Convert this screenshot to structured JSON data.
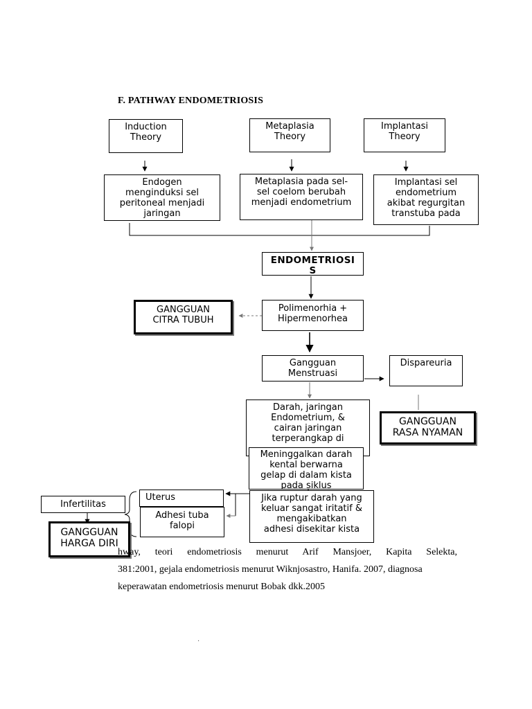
{
  "heading": "F.  PATHWAY ENDOMETRIOSIS",
  "nodes": {
    "induction": [
      "Induction",
      "Theory"
    ],
    "metaplasia": [
      "Metaplasia",
      "Theory"
    ],
    "implantasi": [
      "Implantasi",
      "Theory"
    ],
    "endogen": [
      "Endogen",
      "menginduksi sel",
      "peritoneal menjadi",
      "jaringan"
    ],
    "metaplasia_sel": [
      "Metaplasia pada sel-",
      "sel coelom berubah",
      "menjadi endometrium"
    ],
    "implantasi_sel": [
      "Implantasi sel",
      "endometrium",
      "akibat regurgitan",
      "transtuba pada"
    ],
    "endometriosis": [
      "ENDOMETRIOSI",
      "S"
    ],
    "gangguan_citra": [
      "GANGGUAN",
      "CITRA TUBUH"
    ],
    "polimenorhia": [
      "Polimenorhia +",
      "Hipermenorhea"
    ],
    "gangguan_menstruasi": [
      "Gangguan",
      "Menstruasi"
    ],
    "dispareuria": [
      "Dispareuria"
    ],
    "gangguan_rasa": [
      "GANGGUAN",
      "RASA NYAMAN"
    ],
    "darah_jaringan": [
      "Darah, jaringan",
      "Endometrium, &",
      "cairan jaringan",
      "terperangkap di"
    ],
    "meninggalkan": [
      "Meninggalkan darah",
      "kental berwarna",
      "gelap di dalam kista",
      "pada siklus"
    ],
    "jika_ruptur": [
      "Jika ruptur darah yang",
      "keluar sangat iritatif &",
      "mengakibatkan",
      "adhesi disekitar kista"
    ],
    "uterus": [
      "Uterus"
    ],
    "adhesi_tuba": [
      "Adhesi tuba",
      "falopi"
    ],
    "infertilitas": [
      "Infertilitas"
    ],
    "gangguan_harga": [
      "GANGGUAN",
      "HARGA DIRI"
    ]
  },
  "caption": {
    "line1": "hway,   teori   endometriosis   menurut   Arif   Mansjoer,   Kapita   Selekta,",
    "line2": "381:2001, gejala endometriosis menurut Wiknjosastro, Hanifa. 2007, diagnosa",
    "line3": "keperawatan endometriosis menurut Bobak dkk.2005"
  }
}
